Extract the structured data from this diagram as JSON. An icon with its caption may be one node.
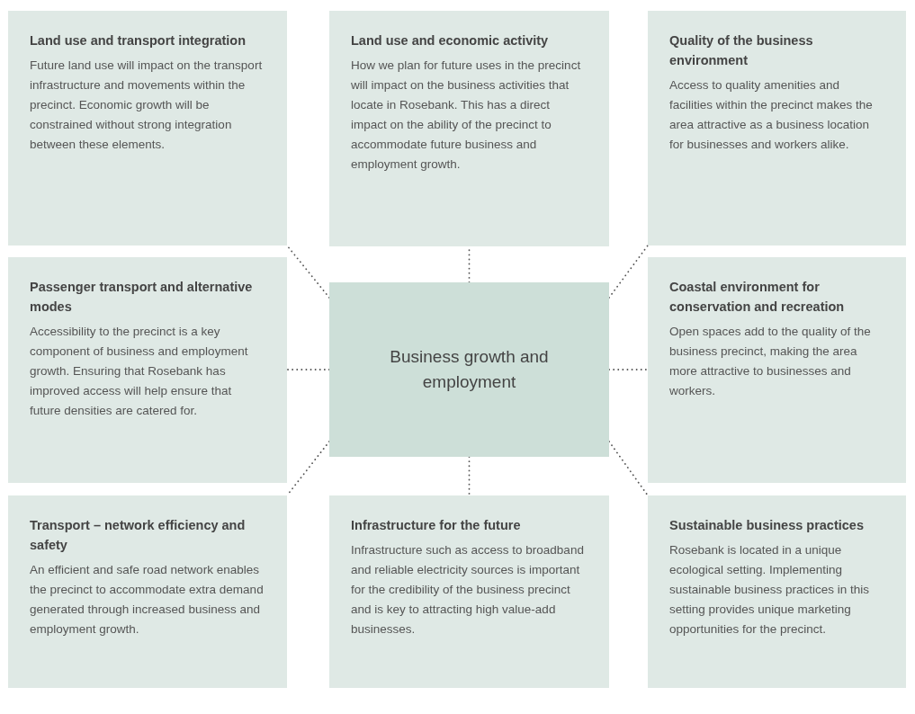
{
  "diagram": {
    "nodes": [
      {
        "text": [
          "Land use and transport integration",
          "Future land use will impact on the transport infrastructure and movements within the precinct. Economic growth will be constrained without strong integration between these elements."
        ]
      },
      {
        "text": [
          "Land use and economic activity",
          "How we plan for future uses in the precinct will impact on the business activities that locate in Rosebank. This has a direct impact on the ability of the precinct to accommodate future business and employment growth."
        ]
      },
      {
        "text": [
          "Quality of the business environment",
          "Access to quality amenities and facilities within the precinct makes the area attractive as a business location for businesses and workers alike."
        ]
      },
      {
        "text": [
          "Passenger transport and alternative modes",
          "Accessibility to the precinct is a key component of business and employment growth. Ensuring that Rosebank has improved access will help ensure that future densities are catered for."
        ]
      },
      {
        "text": [
          "Business growth and employment"
        ]
      },
      {
        "text": [
          "Coastal environment for conservation and recreation",
          "Open spaces add to the quality of the business precinct, making the area more attractive to businesses and workers."
        ]
      },
      {
        "text": [
          "Transport – network efficiency and safety",
          "An efficient and safe road network enables the precinct to accommodate extra demand generated through increased business and employment growth."
        ]
      },
      {
        "text": [
          "Infrastructure for the future",
          "Infrastructure such as access to broadband and reliable electricity sources is important for the credibility of the business precinct and is key to attracting high value-add businesses."
        ]
      },
      {
        "text": [
          "Sustainable business practices",
          "Rosebank is located in a unique ecological setting. Implementing sustainable business practices in this setting provides unique marketing opportunities for the precinct."
        ]
      }
    ],
    "edges": [
      {
        "from": 4,
        "to": 0,
        "arrow": "none",
        "style": "dashed"
      },
      {
        "from": 4,
        "to": 1,
        "arrow": "none",
        "style": "dashed"
      },
      {
        "from": 4,
        "to": 2,
        "arrow": "none",
        "style": "dashed"
      },
      {
        "from": 4,
        "to": 3,
        "arrow": "none",
        "style": "dashed"
      },
      {
        "from": 4,
        "to": 5,
        "arrow": "none",
        "style": "dashed"
      },
      {
        "from": 4,
        "to": 6,
        "arrow": "none",
        "style": "dashed"
      },
      {
        "from": 4,
        "to": 7,
        "arrow": "none",
        "style": "dashed"
      },
      {
        "from": 4,
        "to": 8,
        "arrow": "none",
        "style": "dashed"
      }
    ]
  }
}
